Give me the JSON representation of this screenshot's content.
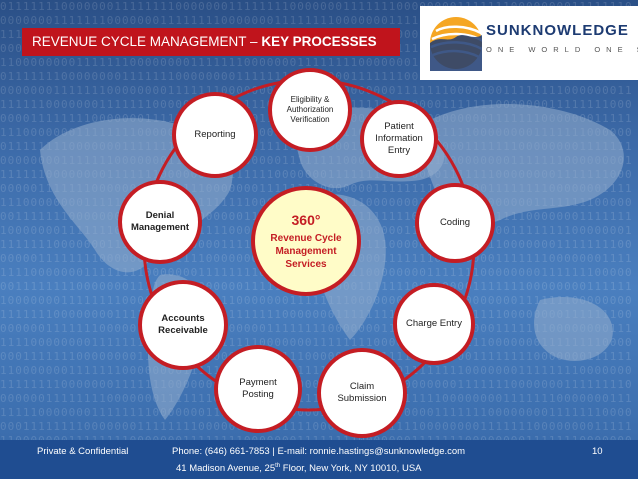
{
  "title": {
    "main": "REVENUE CYCLE MANAGEMENT –",
    "bold": "KEY PROCESSES"
  },
  "logo": {
    "name": "SUNKNOWLEDGE",
    "tagline": "ONE WORLD ONE SUN"
  },
  "center": {
    "number": "360°",
    "line1": "Revenue Cycle",
    "line2": "Management",
    "line3": "Services"
  },
  "nodes": [
    {
      "label": "Eligibility & Authorization Verification"
    },
    {
      "label": "Patient Information Entry"
    },
    {
      "label": "Coding"
    },
    {
      "label": "Charge Entry"
    },
    {
      "label": "Claim Submission"
    },
    {
      "label": "Payment Posting"
    },
    {
      "label": "Accounts Receivable"
    },
    {
      "label": "Denial Management"
    },
    {
      "label": "Reporting"
    }
  ],
  "footer": {
    "left": "Private & Confidential",
    "contact": "Phone: (646) 661-7853 | E-mail: ronnie.hastings@sunknowledge.com",
    "page": "10",
    "address_pre": "41 Madison Avenue, 25",
    "address_sup": "th",
    "address_post": " Floor, New York, NY 10010, USA"
  },
  "colors": {
    "accent": "#c41d24",
    "title_bg": "#c0141c",
    "footer_bg": "#1f4d91",
    "center_fill": "#fffcc8",
    "logo_navy": "#1d3b72",
    "logo_orange": "#f5a623"
  }
}
